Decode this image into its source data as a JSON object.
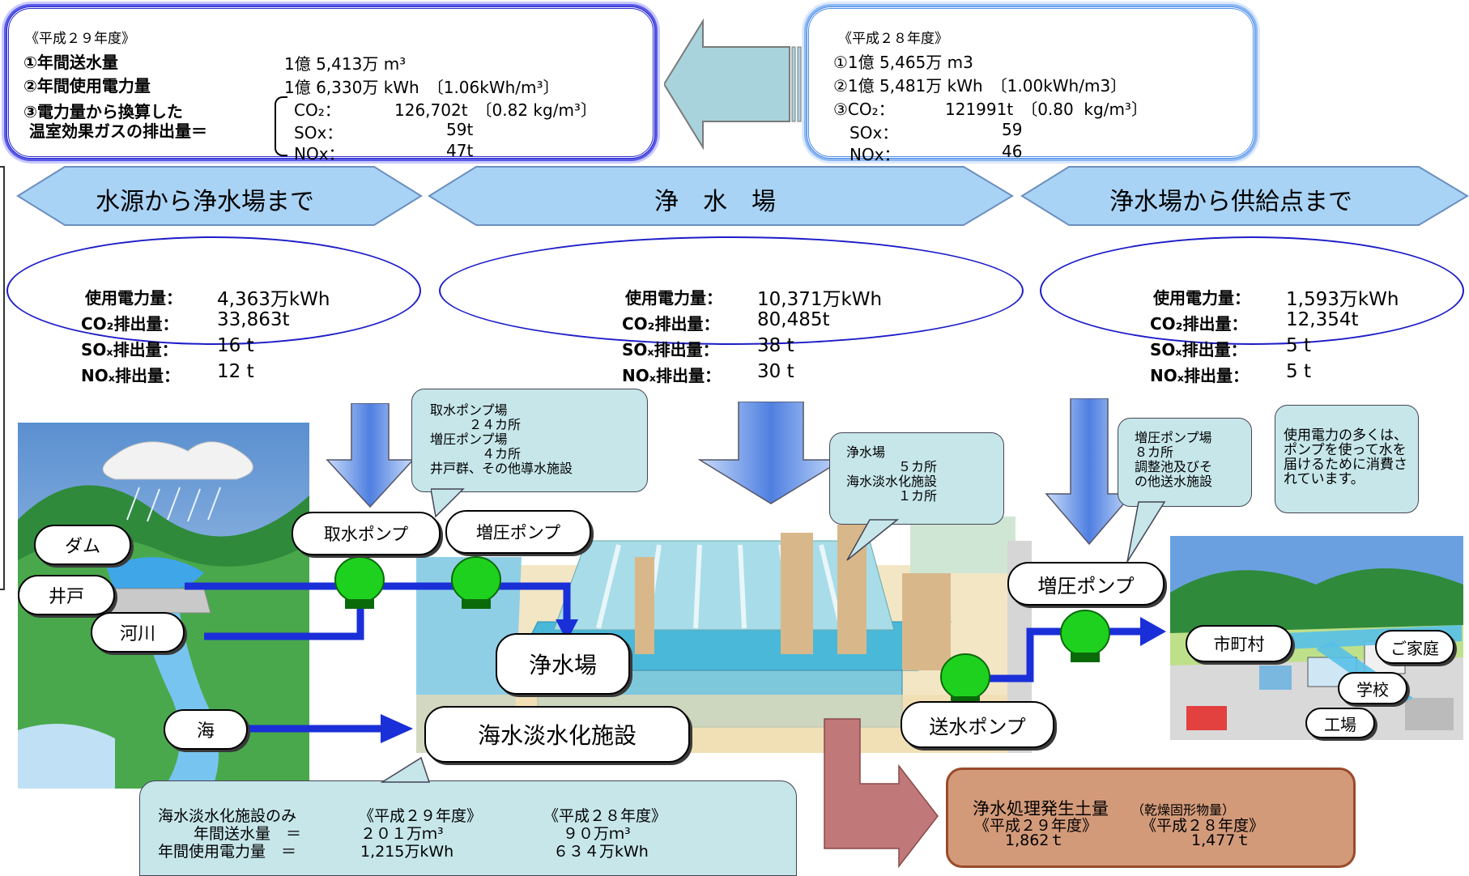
{
  "colors": {
    "frame_blue": "#2a2ad0",
    "frame_light_blue": "#4d8ee8",
    "band_fill": "#a9d3f5",
    "arrow_fill": "#8fb8ee",
    "bubble_fill": "#c6e6ea",
    "soil_box_border": "#9a4a2a",
    "soil_box_fill": "#d39a7a",
    "pump_green": "#1fd11f",
    "pipe_blue": "#1a2fd8"
  },
  "h29": {
    "heading": "《平成２９年度》",
    "item1": "①年間送水量",
    "val1": "1億 5,413万 m³",
    "item2": "②年間使用電力量",
    "val2": "1億 6,330万 kWh　〔1.06kWh/m³〕",
    "item3a": "③電力量から換算した",
    "item3b": " 温室効果ガスの排出量＝",
    "co2_k": "CO₂：",
    "co2_v": "126,702t　〔0.82 kg/m³〕",
    "sox_k": "SOx：",
    "sox_v": "59t",
    "nox_k": "NOx：",
    "nox_v": "47t"
  },
  "h28": {
    "heading": "《平成２８年度》",
    "line1": "①1億 5,465万 m3",
    "line2": "②1億 5,481万 kWh　〔1.00kWh/m3〕",
    "co2_k": "③CO₂：",
    "co2_v": "121991t　〔0.80  kg/m³〕",
    "sox_k": "SOx：",
    "sox_v": "59",
    "nox_k": "NOx：",
    "nox_v": "46"
  },
  "stages": {
    "left": "水源から浄水場まで",
    "center": "浄　水　場",
    "right": "浄水場から供給点まで"
  },
  "stats": {
    "labels": [
      "使用電力量：",
      "CO₂排出量：",
      "SOₓ排出量：",
      "NOₓ排出量："
    ],
    "left": [
      "4,363万kWh",
      "33,863t",
      "16 t",
      "12 t"
    ],
    "center": [
      "10,371万kWh",
      "80,485t",
      "38 t",
      "30 t"
    ],
    "right": [
      "1,593万kWh",
      "12,354t",
      "5 t",
      "5 t"
    ]
  },
  "bubbles": {
    "intake": [
      "取水ポンプ場",
      "　　　２４カ所",
      "増圧ポンプ場",
      "　　　　４カ所",
      "井戸群、その他導水施設"
    ],
    "plant": [
      "浄水場",
      "　　　　５カ所",
      "海水淡水化施設",
      "　　　　１カ所"
    ],
    "booster": [
      "増圧ポンプ場",
      "８カ所",
      "調整池及びそ",
      "の他送水施設"
    ],
    "note": [
      "使用電力の多くは、",
      "ポンプを使って水を",
      "届けるために消費さ",
      "れています。"
    ],
    "desal": {
      "title": "海水淡水化施設のみ",
      "h29": "《平成２９年度》",
      "h28": "《平成２８年度》",
      "row1_label": "年間送水量　＝",
      "row1_h29": "２０１万ｍ³",
      "row1_h28": "９０万ｍ³",
      "row2_label": "年間使用電力量　＝",
      "row2_h29": "1,215万kWh",
      "row2_h28": "６３４万kWh"
    }
  },
  "labels": {
    "dam": "ダム",
    "well": "井戸",
    "river": "河川",
    "sea": "海",
    "intake_pump": "取水ポンプ",
    "booster_pump": "増圧ポンプ",
    "purification_plant": "浄水場",
    "desal_facility": "海水淡水化施設",
    "booster_pump_2": "増圧ポンプ",
    "delivery_pump": "送水ポンプ",
    "municipality": "市町村",
    "home": "ご家庭",
    "school": "学校",
    "factory": "工場"
  },
  "soil": {
    "title": "浄水処理発生土量",
    "title_note": "（乾燥固形物量）",
    "h29": "《平成２９年度》",
    "h28": "《平成２８年度》",
    "v29": "1,862ｔ",
    "v28": "1,477ｔ"
  }
}
